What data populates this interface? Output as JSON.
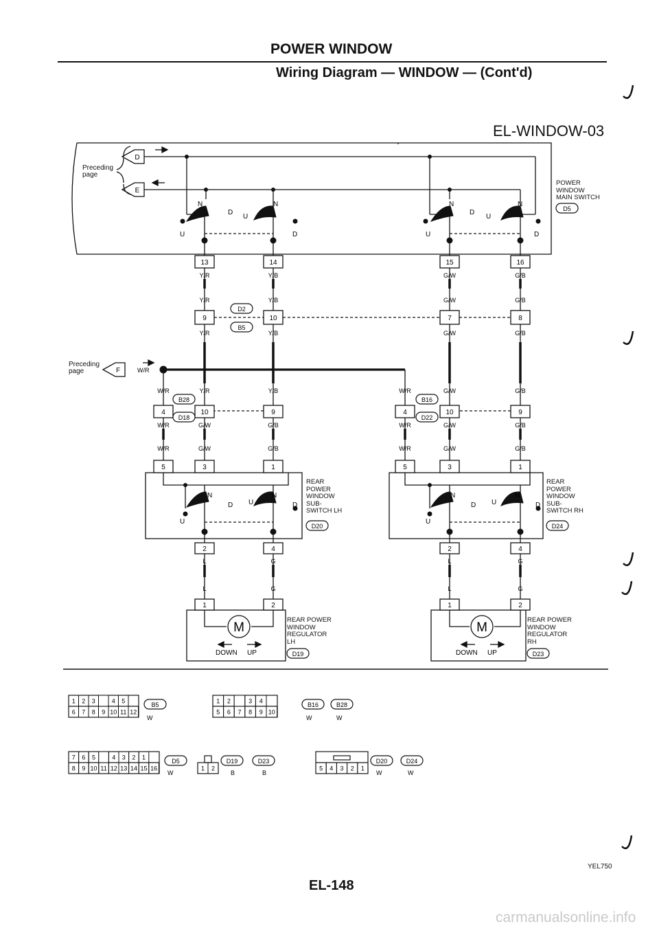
{
  "header": {
    "title": "POWER WINDOW",
    "subtitle": "Wiring Diagram — WINDOW — (Cont'd)",
    "diagram_id": "EL-WINDOW-03"
  },
  "preceding": {
    "label": "Preceding page",
    "ref_d": "D",
    "ref_e": "E",
    "ref_f": "F",
    "wire_f": "W/R"
  },
  "switch_positions": {
    "n": "N",
    "d": "D",
    "u": "U"
  },
  "components": {
    "main_switch": {
      "name": "POWER WINDOW MAIN SWITCH",
      "lines": [
        "POWER",
        "WINDOW",
        "MAIN SWITCH"
      ],
      "code": "D5"
    },
    "sub_switch_lh": {
      "lines": [
        "REAR",
        "POWER",
        "WINDOW",
        "SUB-",
        "SWITCH LH"
      ],
      "code": "D20"
    },
    "sub_switch_rh": {
      "lines": [
        "REAR",
        "POWER",
        "WINDOW",
        "SUB-",
        "SWITCH RH"
      ],
      "code": "D24"
    },
    "regulator_lh": {
      "lines": [
        "REAR POWER",
        "WINDOW",
        "REGULATOR",
        "LH"
      ],
      "code": "D19",
      "motor": "M",
      "down": "DOWN",
      "up": "UP"
    },
    "regulator_rh": {
      "lines": [
        "REAR POWER",
        "WINDOW",
        "REGULATOR",
        "RH"
      ],
      "code": "D23",
      "motor": "M",
      "down": "DOWN",
      "up": "UP"
    }
  },
  "connectors": {
    "main_pins": [
      "13",
      "14",
      "15",
      "16"
    ],
    "joint1": {
      "codes": [
        "D2",
        "B5"
      ],
      "pins": [
        "9",
        "10",
        "7",
        "8"
      ]
    },
    "joint_lh": {
      "codes": [
        "B28",
        "D18"
      ],
      "pins": [
        "4",
        "10",
        "9"
      ]
    },
    "joint_rh": {
      "codes": [
        "B16",
        "D22"
      ],
      "pins": [
        "4",
        "10",
        "9"
      ]
    },
    "sub_lh_pins": [
      "5",
      "3",
      "1",
      "2",
      "4"
    ],
    "sub_rh_pins": [
      "5",
      "3",
      "1",
      "2",
      "4"
    ],
    "reg_lh_pins": [
      "1",
      "2"
    ],
    "reg_rh_pins": [
      "1",
      "2"
    ]
  },
  "wires": {
    "main_top": [
      "Y/R",
      "Y/B",
      "G/W",
      "G/B"
    ],
    "main_mid": [
      "Y/R",
      "Y/B",
      "G/W",
      "G/B"
    ],
    "main_bot": [
      "Y/R",
      "Y/B",
      "G/W",
      "G/B"
    ],
    "lh_top": [
      "W/R",
      "Y/R",
      "Y/B"
    ],
    "lh_bot": [
      "W/R",
      "G/W",
      "G/B"
    ],
    "lh_sub": [
      "W/R",
      "G/W",
      "G/B"
    ],
    "rh_top": [
      "W/R",
      "G/W",
      "G/B"
    ],
    "rh_bot": [
      "W/R",
      "G/W",
      "G/B"
    ],
    "rh_sub": [
      "W/R",
      "G/W",
      "G/B"
    ],
    "motor_lh": [
      "L",
      "G",
      "L",
      "G"
    ],
    "motor_rh": [
      "L",
      "G",
      "L",
      "G"
    ]
  },
  "connector_views": {
    "b5": {
      "top": [
        "1",
        "2",
        "3",
        "",
        "4",
        "5"
      ],
      "bottom": [
        "6",
        "7",
        "8",
        "9",
        "10",
        "11",
        "12"
      ],
      "codes": [
        "B5"
      ],
      "colors": [
        "W"
      ]
    },
    "b16_b28": {
      "top": [
        "1",
        "2",
        "",
        "3",
        "4"
      ],
      "bottom": [
        "5",
        "6",
        "7",
        "8",
        "9",
        "10"
      ],
      "codes": [
        "B16",
        "B28"
      ],
      "colors": [
        "W",
        "W"
      ]
    },
    "d5": {
      "top": [
        "7",
        "6",
        "5",
        "",
        "4",
        "3",
        "2",
        "1"
      ],
      "bottom": [
        "8",
        "9",
        "10",
        "11",
        "12",
        "13",
        "14",
        "15",
        "16"
      ],
      "codes": [
        "D5"
      ],
      "colors": [
        "W"
      ]
    },
    "d19_d23": {
      "top": [],
      "bottom": [
        "1",
        "2"
      ],
      "codes": [
        "D19",
        "D23"
      ],
      "colors": [
        "B",
        "B"
      ]
    },
    "d20_d24": {
      "top": [],
      "bottom": [
        "5",
        "4",
        "3",
        "2",
        "1"
      ],
      "codes": [
        "D20",
        "D24"
      ],
      "colors": [
        "W",
        "W"
      ]
    }
  },
  "footer": {
    "page": "EL-148",
    "ref": "YEL750",
    "watermark": "carmanualsonline.info"
  }
}
